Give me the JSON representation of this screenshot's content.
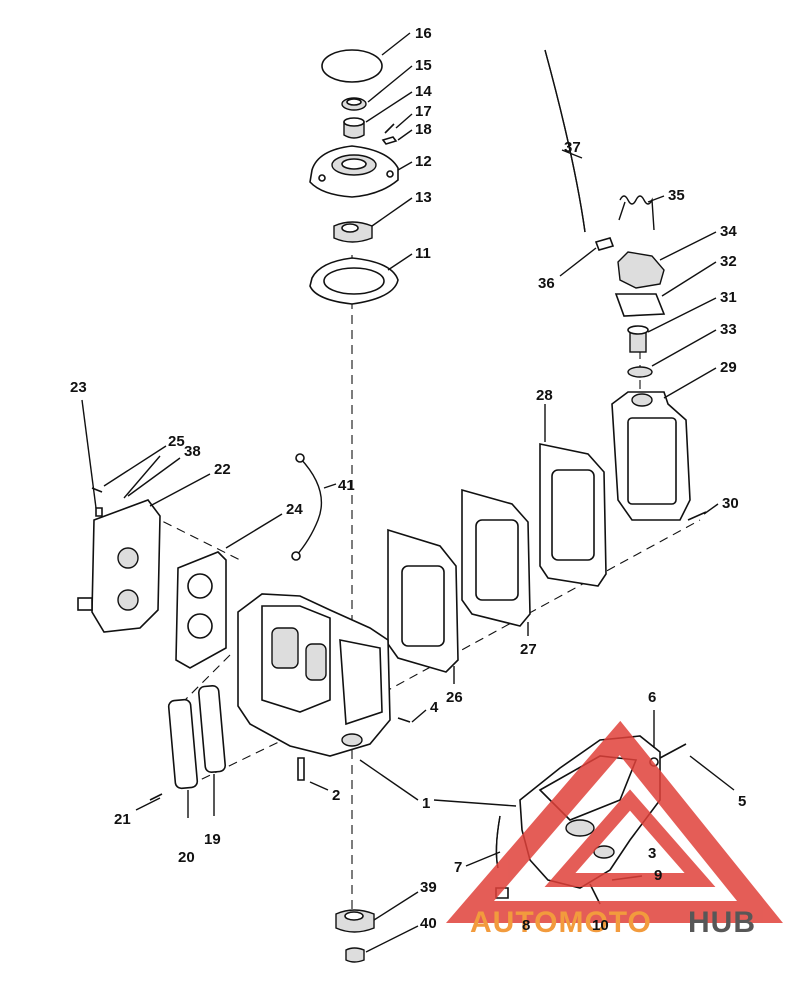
{
  "callouts": [
    {
      "id": "1",
      "text": "1"
    },
    {
      "id": "2",
      "text": "2"
    },
    {
      "id": "3",
      "text": "3"
    },
    {
      "id": "4",
      "text": "4"
    },
    {
      "id": "5",
      "text": "5"
    },
    {
      "id": "6",
      "text": "6"
    },
    {
      "id": "7",
      "text": "7"
    },
    {
      "id": "8",
      "text": "8"
    },
    {
      "id": "9",
      "text": "9"
    },
    {
      "id": "10",
      "text": "10"
    },
    {
      "id": "11",
      "text": "11"
    },
    {
      "id": "12",
      "text": "12"
    },
    {
      "id": "13",
      "text": "13"
    },
    {
      "id": "14",
      "text": "14"
    },
    {
      "id": "15",
      "text": "15"
    },
    {
      "id": "16",
      "text": "16"
    },
    {
      "id": "17",
      "text": "17"
    },
    {
      "id": "18",
      "text": "18"
    },
    {
      "id": "19",
      "text": "19"
    },
    {
      "id": "20",
      "text": "20"
    },
    {
      "id": "21",
      "text": "21"
    },
    {
      "id": "22",
      "text": "22"
    },
    {
      "id": "23",
      "text": "23"
    },
    {
      "id": "24",
      "text": "24"
    },
    {
      "id": "25",
      "text": "25"
    },
    {
      "id": "26",
      "text": "26"
    },
    {
      "id": "27",
      "text": "27"
    },
    {
      "id": "28",
      "text": "28"
    },
    {
      "id": "29",
      "text": "29"
    },
    {
      "id": "30",
      "text": "30"
    },
    {
      "id": "31",
      "text": "31"
    },
    {
      "id": "32",
      "text": "32"
    },
    {
      "id": "33",
      "text": "33"
    },
    {
      "id": "34",
      "text": "34"
    },
    {
      "id": "35",
      "text": "35"
    },
    {
      "id": "36",
      "text": "36"
    },
    {
      "id": "37",
      "text": "37"
    },
    {
      "id": "38",
      "text": "38"
    },
    {
      "id": "39",
      "text": "39"
    },
    {
      "id": "40",
      "text": "40"
    },
    {
      "id": "41",
      "text": "41"
    }
  ],
  "watermark": {
    "part1": "AUTOMOTO",
    "part2": "HUB",
    "accent_color": "#f08a1c",
    "dark_color": "#3a3a3a",
    "triangle_color": "#e0413a"
  }
}
